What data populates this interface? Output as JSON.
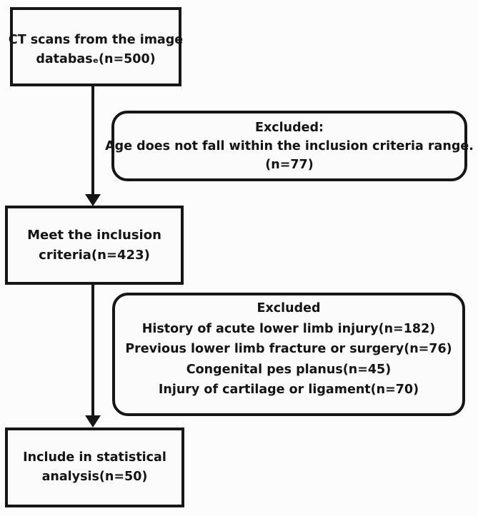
{
  "figure": {
    "kind": "study-inclusion-flowchart",
    "colors": {
      "line": "#161616",
      "text": "#141414",
      "background": "#fcfcfc"
    },
    "boxes": {
      "ct_scans": {
        "lines": [
          "CT scans from the image",
          "databasₑ(n=500)"
        ]
      },
      "excluded_age": {
        "lines": [
          "Excluded:",
          "Age does not fall within the inclusion criteria range.",
          "(n=77)"
        ]
      },
      "meet_criteria": {
        "lines": [
          "Meet the inclusion",
          "criteria(n=423)"
        ]
      },
      "excluded_reasons": {
        "lines": [
          "Excluded",
          "History of acute lower limb injury(n=182)",
          "Previous lower limb fracture or surgery(n=76)",
          "Congenital pes planus(n=45)",
          "Injury of cartilage or ligament(n=70)"
        ]
      },
      "statistical_analysis": {
        "lines": [
          "Include in statistical",
          "analysis(n=50)"
        ]
      }
    }
  }
}
